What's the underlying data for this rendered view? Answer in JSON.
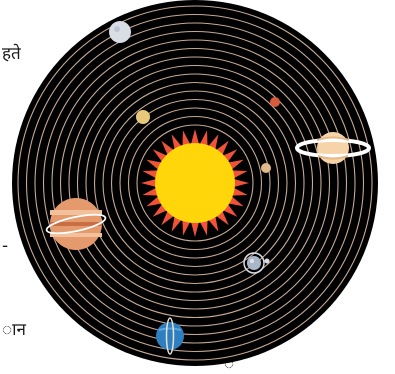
{
  "left_text_fragments": [
    {
      "text": "हते"
    },
    {
      "text": "-"
    },
    {
      "text": "ान"
    }
  ],
  "bottom_text_fragment": {
    "text": "ं"
  },
  "illustration": {
    "subject": "solar-system",
    "colors": {
      "background_disc": "#000000",
      "orbit_line": "#e8c7b0",
      "sun_core": "#ffd60a",
      "sun_rays": "#f0523a",
      "page_background": "#ffffff"
    },
    "bodies": [
      {
        "name": "sun"
      },
      {
        "name": "mercury",
        "color": "#e7c97a"
      },
      {
        "name": "small-red-planet",
        "color": "#d65a3c"
      },
      {
        "name": "small-tan-planet",
        "color": "#e1b98a"
      },
      {
        "name": "moon-top",
        "color": "#d9dde6"
      },
      {
        "name": "saturn",
        "color": "#f6d3a8"
      },
      {
        "name": "jupiter",
        "color": "#e59a6d"
      },
      {
        "name": "earth-with-moon",
        "color": "#a9b8c9"
      },
      {
        "name": "uranus",
        "color": "#2e7fc0"
      }
    ]
  }
}
